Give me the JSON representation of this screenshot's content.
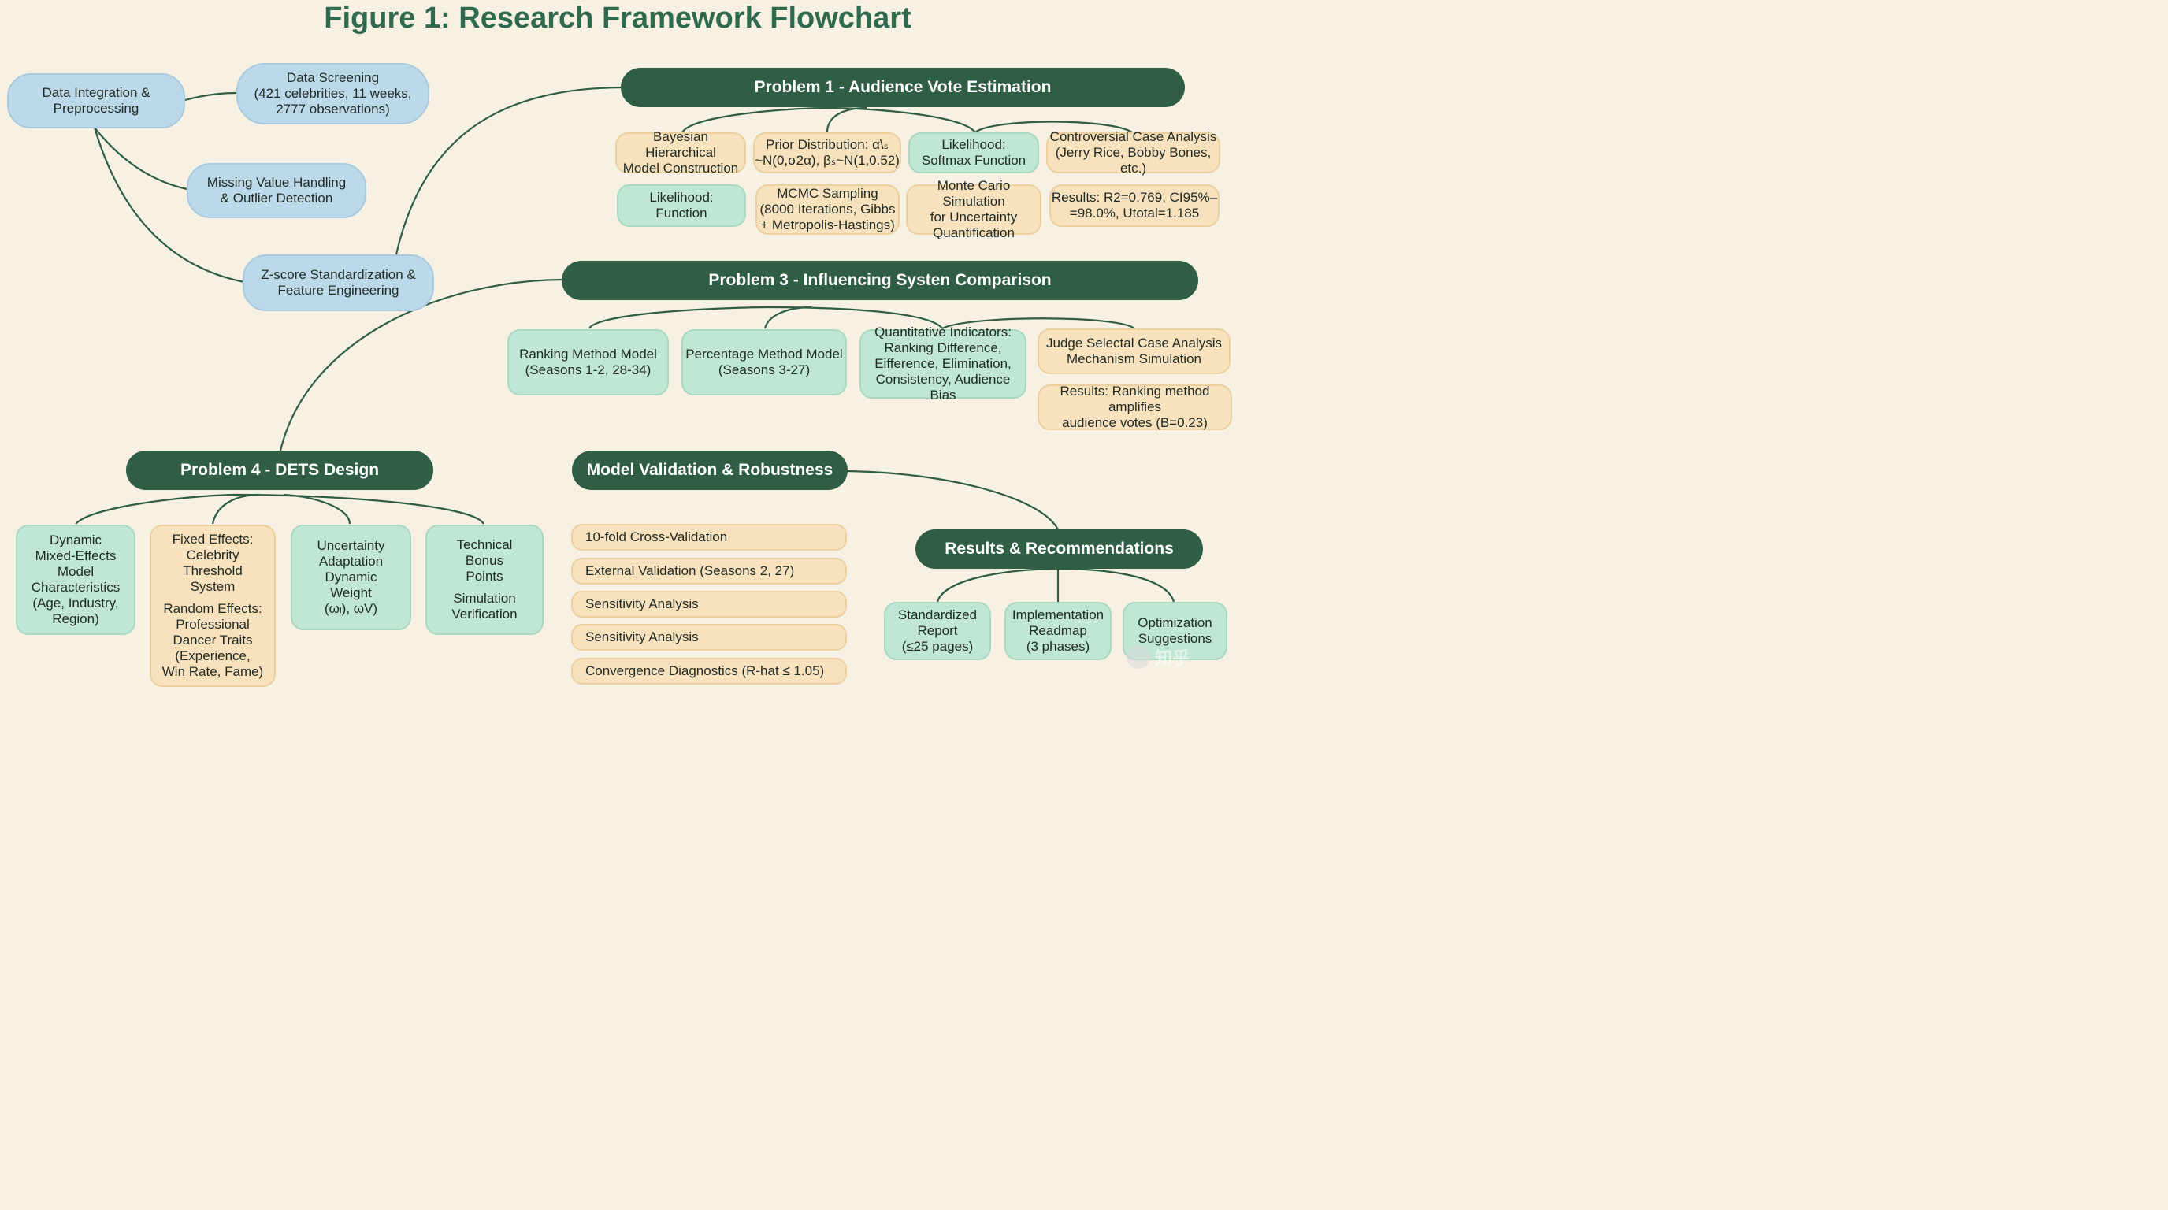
{
  "title": "Figure 1: Research Framework Flowchart",
  "data_prep": {
    "integration": [
      "Data Integration &",
      "Preprocessing"
    ],
    "screening": [
      "Data Screening",
      "(421 celebrities, 11 weeks,",
      "2777 observations)"
    ],
    "missing": [
      "Missing Value Handling",
      "& Outlier Detection"
    ],
    "zscore": [
      "Z-score Standardization &",
      "Feature Engineering"
    ]
  },
  "problem1": {
    "header": "Problem 1 - Audience Vote Estimation",
    "bayes": [
      "Bayesian Hierarchical",
      "Model Construction"
    ],
    "prior": [
      "Prior Distribution: α\\ₛ",
      "~N(0,σ2α), βₛ~N(1,0.52)"
    ],
    "likelihood_softmax": [
      "Likelihood:",
      "Softmax Function"
    ],
    "controversial": [
      "Controversial Case Analysis",
      "(Jerry Rice, Bobby Bones, etc.)"
    ],
    "likelihood_function": [
      "Likelihood:",
      "Function"
    ],
    "mcmc": [
      "MCMC Sampling",
      "(8000 Iterations, Gibbs",
      "+ Metropolis-Hastings)"
    ],
    "monte_carlo": [
      "Monte Cario Simulation",
      "for Uncertainty",
      "Quantification"
    ],
    "results": [
      "Results: R2=0.769, CI95%–",
      "=98.0%, Utotal=1.185"
    ]
  },
  "problem3": {
    "header": "Problem 3 - Influencing Systen Comparison",
    "ranking": [
      "Ranking Method Model",
      "(Seasons 1-2, 28-34)"
    ],
    "percentage": [
      "Percentage Method Model",
      "(Seasons 3-27)"
    ],
    "indicators": [
      "Quantitative Indicators:",
      "Ranking Difference,",
      "Eifference, Elimination,",
      "Consistency, Audience Bias"
    ],
    "judge": [
      "Judge Selectal Case Analysis",
      "Mechanism Simulation"
    ],
    "results": [
      "Results: Ranking method amplifies",
      "audience votes (B=0.23)"
    ]
  },
  "problem4": {
    "header": "Problem 4 - DETS Design",
    "dynamic": [
      "Dynamic",
      "Mixed-Effects",
      "Model",
      "Characteristics",
      "(Age, Industry,",
      "Region)"
    ],
    "fixed": [
      "Fixed Effects:",
      "Celebrity",
      "Threshold",
      "System"
    ],
    "random": [
      "Random Effects:",
      "Professional",
      "Dancer Traits",
      "(Experience,",
      "Win Rate, Fame)"
    ],
    "uncertainty": [
      "Uncertainty",
      "Adaptation",
      "Dynamic",
      "Weight",
      "(ωₗ), ωV)"
    ],
    "technical": [
      "Technical",
      "Bonus",
      "Points"
    ],
    "simulation": [
      "Simulation",
      "Verification"
    ]
  },
  "validation": {
    "header": "Model Validation & Robustness",
    "items": [
      "10-fold Cross-Validation",
      "External Validation (Seasons 2, 27)",
      "Sensitivity Analysis",
      "Sensitivity Analysis",
      "Convergence Diagnostics (R-hat ≤ 1.05)"
    ]
  },
  "results_rec": {
    "header": "Results & Recommendations",
    "report": [
      "Standardized",
      "Report",
      "(≤25 pages)"
    ],
    "roadmap": [
      "Implementation",
      "Readmap",
      "(3 phases)"
    ],
    "optimization": [
      "Optimization",
      "Suggestions"
    ]
  },
  "watermark": "知乎",
  "colors": {
    "header_green": "#2f5e45",
    "title_green": "#2f6a4f",
    "blue": "#bcd9ea",
    "mint": "#bfe7d3",
    "peach": "#f8e1bd",
    "background": "#f6f1e3"
  }
}
